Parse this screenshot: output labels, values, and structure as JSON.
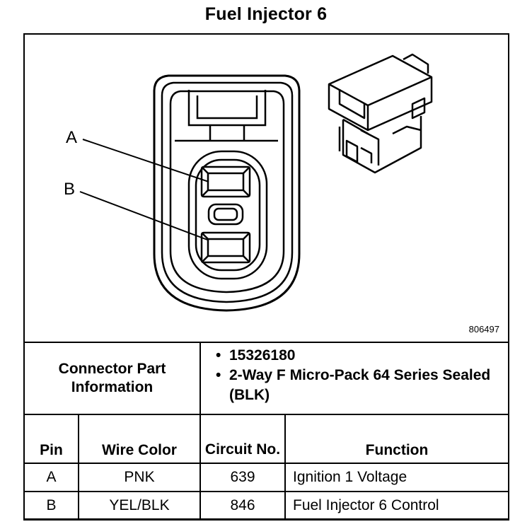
{
  "title": "Fuel Injector 6",
  "diagram": {
    "callouts": [
      "A",
      "B"
    ],
    "figure_id": "806497",
    "icons": [
      "connector-face-icon",
      "connector-isometric-icon"
    ]
  },
  "connector_info": {
    "label": "Connector Part Information",
    "items": [
      "15326180",
      "2-Way F Micro-Pack 64 Series Sealed (BLK)"
    ]
  },
  "pin_table": {
    "headers": {
      "pin": "Pin",
      "wire_color": "Wire Color",
      "circuit": "Circuit No.",
      "function": "Function"
    },
    "rows": [
      {
        "pin": "A",
        "wire_color": "PNK",
        "circuit": "639",
        "function": "Ignition 1 Voltage"
      },
      {
        "pin": "B",
        "wire_color": "YEL/BLK",
        "circuit": "846",
        "function": "Fuel Injector 6 Control"
      }
    ]
  }
}
